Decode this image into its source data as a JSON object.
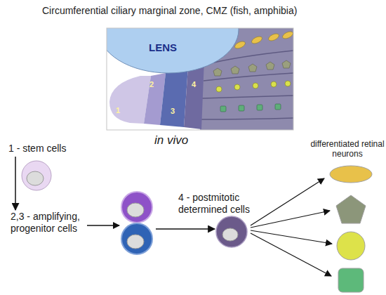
{
  "diagram": {
    "title": "Circumferential ciliary marginal zone, CMZ (fish, amphibia)",
    "nodes": [
      {
        "text": [
          "1 - stem cells"
        ]
      },
      {
        "text": [
          "2,3 - amplifying, progenitor cells"
        ]
      },
      {
        "text": [
          "4 - postmitotic determined cells"
        ]
      }
    ],
    "edges": [
      {
        "from": 0,
        "to": 1,
        "arrow": "to"
      },
      {
        "from": 1,
        "to": 2,
        "arrow": "to"
      }
    ],
    "labels": [
      "LENS",
      "1",
      "2",
      "3",
      "4",
      "in vivo",
      "differentiated retinal neurons"
    ]
  }
}
